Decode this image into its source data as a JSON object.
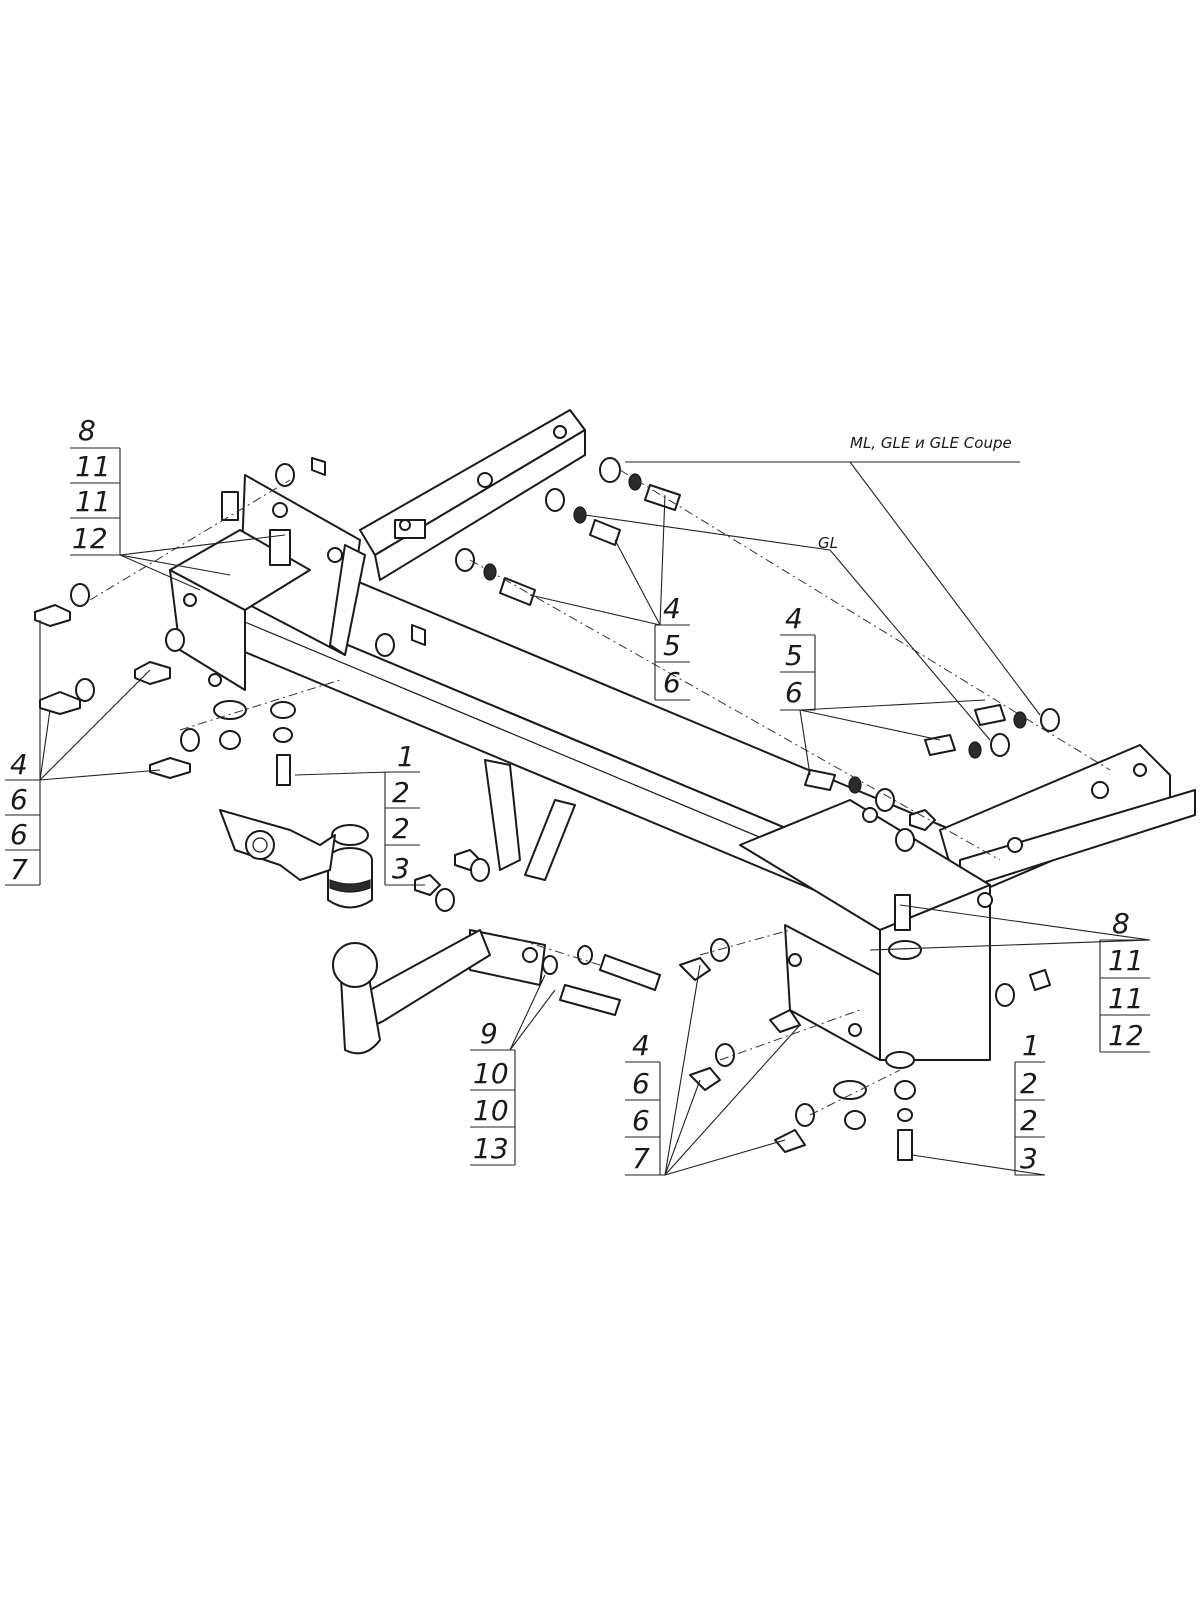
{
  "callouts": {
    "top_left": [
      "8",
      "11",
      "11",
      "12"
    ],
    "left": [
      "4",
      "6",
      "6",
      "7"
    ],
    "center_upper": [
      "1",
      "2",
      "2",
      "3"
    ],
    "top_center": [
      "4",
      "5",
      "6"
    ],
    "right_upper": [
      "4",
      "5",
      "6"
    ],
    "bottom_center_left": [
      "9",
      "10",
      "10",
      "13"
    ],
    "bottom_center": [
      "4",
      "6",
      "6",
      "7"
    ],
    "right_lower": [
      "8",
      "11",
      "11",
      "12"
    ],
    "bottom_right": [
      "1",
      "2",
      "2",
      "3"
    ]
  },
  "notes": {
    "ml_gle": "ML, GLE и GLE Coupe",
    "gl": "GL"
  }
}
